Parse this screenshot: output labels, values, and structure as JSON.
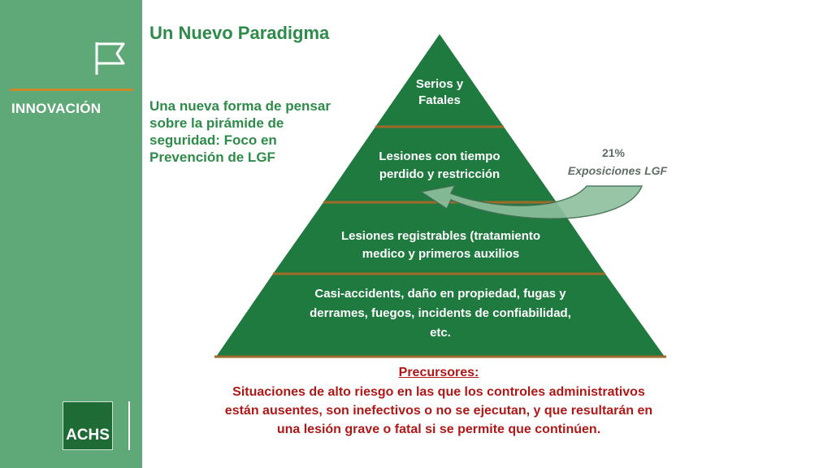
{
  "sidebar": {
    "section_label": "INNOVACIÓN",
    "logo_text": "ACHS"
  },
  "header": {
    "title": "Un Nuevo Paradigma",
    "subtitle": "Una nueva forma de pensar sobre la pirámide de seguridad: Foco en Prevención de LGF"
  },
  "pyramid": {
    "levels": [
      {
        "label": "Serios y Fatales"
      },
      {
        "label": "Lesiones con tiempo perdido y restricción"
      },
      {
        "label": "Lesiones registrables (tratamiento medico y primeros auxilios"
      },
      {
        "label": "Casi-accidents, daño en propiedad, fugas y derrames, fuegos, incidents de confiabilidad, etc."
      }
    ]
  },
  "exposure": {
    "percent": "21%",
    "label": "Exposiciones LGF"
  },
  "precursors": {
    "title": "Precursores:",
    "body": "Situaciones de alto riesgo en las que los controles administrativos están ausentes, son inefectivos o no se ejecutan, y que resultarán en una lesión grave o fatal si se permite que continúen."
  },
  "colors": {
    "sidebar": "#5fa878",
    "pyramid": "#1e7a3f",
    "divider": "#a26a2a",
    "accent_text": "#2e8b4a",
    "precursor_text": "#b01818"
  },
  "icons": [
    "flag-icon",
    "curved-arrow-icon"
  ]
}
